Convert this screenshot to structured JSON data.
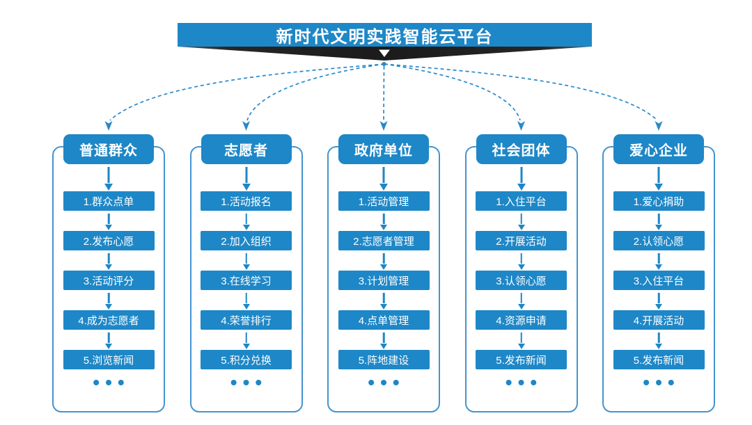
{
  "title": "新时代文明实践智能云平台",
  "ellipsis": "•••",
  "colors": {
    "primary_blue": "#1e87c7",
    "outline_blue": "#4494cf",
    "connector_blue": "#2789cb",
    "ribbon_dark": "#262626",
    "text_white": "#ffffff",
    "background": "#ffffff"
  },
  "columns": [
    {
      "id": "general-public",
      "header": "普通群众",
      "steps": [
        "1.群众点单",
        "2.发布心愿",
        "3.活动评分",
        "4.成为志愿者",
        "5.浏览新闻"
      ]
    },
    {
      "id": "volunteers",
      "header": "志愿者",
      "steps": [
        "1.活动报名",
        "2.加入组织",
        "3.在线学习",
        "4.荣誉排行",
        "5.积分兑换"
      ]
    },
    {
      "id": "government-units",
      "header": "政府单位",
      "steps": [
        "1.活动管理",
        "2.志愿者管理",
        "3.计划管理",
        "4.点单管理",
        "5.阵地建设"
      ]
    },
    {
      "id": "social-organizations",
      "header": "社会团体",
      "steps": [
        "1.入住平台",
        "2.开展活动",
        "3.认领心愿",
        "4.资源申请",
        "5.发布新闻"
      ]
    },
    {
      "id": "caring-enterprises",
      "header": "爱心企业",
      "steps": [
        "1.爱心捐助",
        "2.认领心愿",
        "3.入住平台",
        "4.开展活动",
        "5.发布新闻"
      ]
    }
  ]
}
